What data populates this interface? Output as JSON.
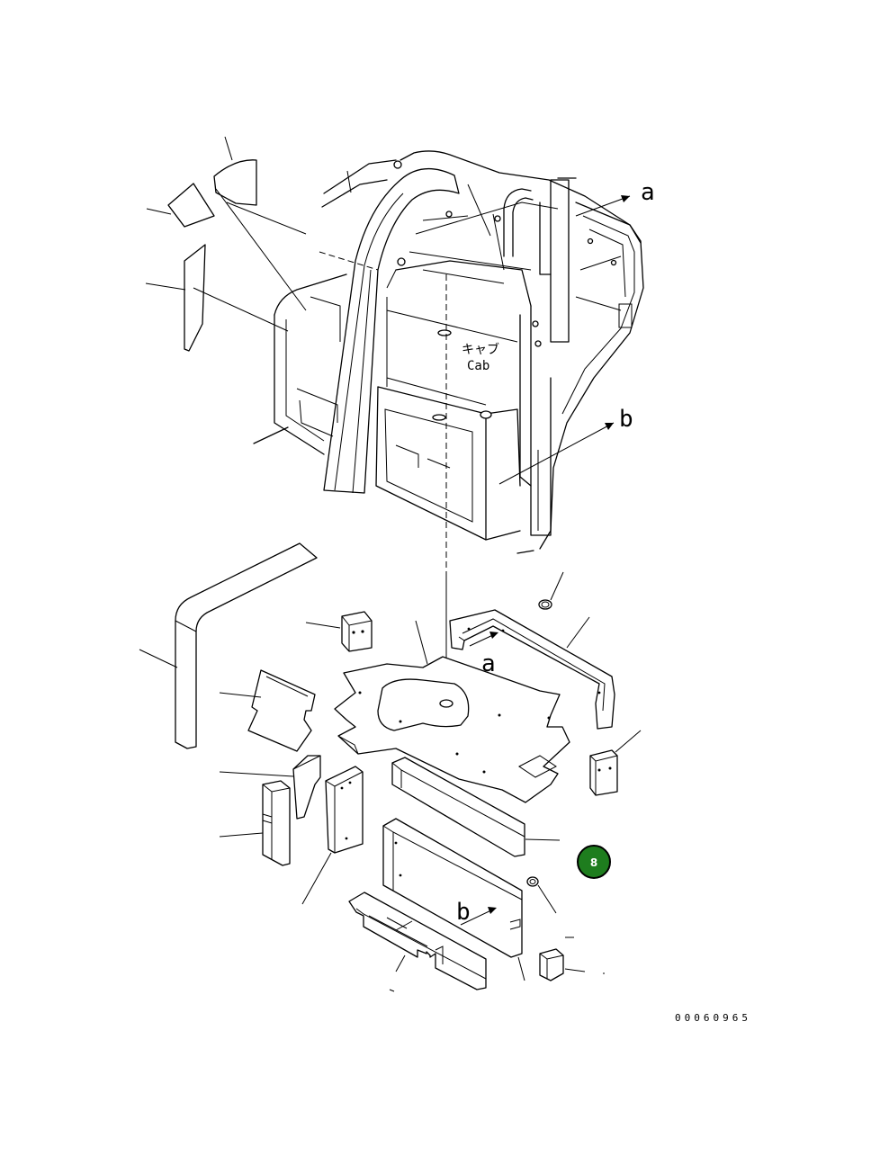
{
  "drawing": {
    "cab_label_jp": "キャブ",
    "cab_label_en": "Cab",
    "arrow_a_top": "a",
    "arrow_b_top": "b",
    "arrow_a_part": "a",
    "arrow_b_part": "b",
    "drawing_code": "00060965"
  },
  "badge": {
    "number": "8",
    "color": "#1e7d1e"
  }
}
